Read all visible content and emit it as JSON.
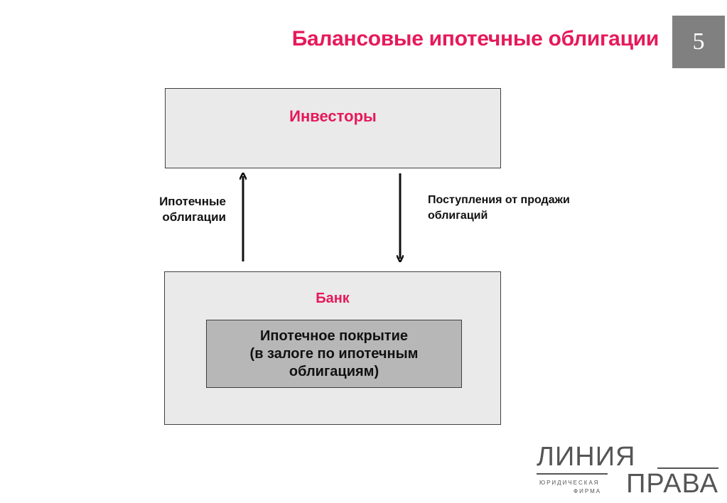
{
  "header": {
    "title": "Балансовые ипотечные облигации",
    "page_number": "5"
  },
  "diagram": {
    "investors_label": "Инвесторы",
    "bank_label": "Банк",
    "cover_lines": [
      "Ипотечное покрытие",
      "(в залоге по ипотечным",
      "облигациям)"
    ],
    "arrow_up_lines": [
      "Ипотечные",
      "облигации"
    ],
    "arrow_down_lines": [
      "Поступления от продажи",
      "облигаций"
    ]
  },
  "logo": {
    "word1": "ЛИНИЯ",
    "word2": "ПРАВА",
    "sub1": "ЮРИДИЧЕСКАЯ",
    "sub2": "ФИРМА"
  },
  "colors": {
    "accent": "#e6195b",
    "box_fill": "#eaeaea",
    "inner_box_fill": "#b7b7b7",
    "page_badge": "#808080"
  }
}
